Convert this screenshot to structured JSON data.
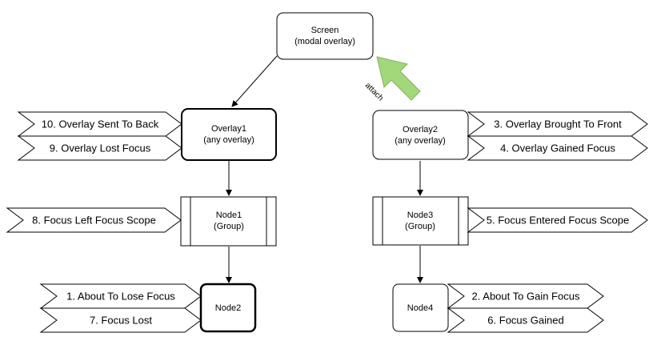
{
  "nodes": {
    "screen": {
      "title": "Screen",
      "subtitle": "(modal overlay)"
    },
    "overlay1": {
      "title": "Overlay1",
      "subtitle": "(any overlay)"
    },
    "overlay2": {
      "title": "Overlay2",
      "subtitle": "(any overlay)"
    },
    "node1": {
      "title": "Node1",
      "subtitle": "(Group)"
    },
    "node3": {
      "title": "Node3",
      "subtitle": "(Group)"
    },
    "node2": {
      "title": "Node2"
    },
    "node4": {
      "title": "Node4"
    }
  },
  "edges": {
    "attach_label": "attach",
    "attach_color": "#a2d77a",
    "attach_stroke": "#82b366"
  },
  "events": {
    "e1": "1. About To Lose Focus",
    "e2": "2. About To Gain Focus",
    "e3": "3. Overlay Brought To Front",
    "e4": "4. Overlay Gained Focus",
    "e5": "5. Focus Entered Focus Scope",
    "e6": "6. Focus Gained",
    "e7": "7. Focus Lost",
    "e8": "8. Focus Left Focus Scope",
    "e9": "9. Overlay Lost Focus",
    "e10": "10. Overlay Sent To Back"
  }
}
